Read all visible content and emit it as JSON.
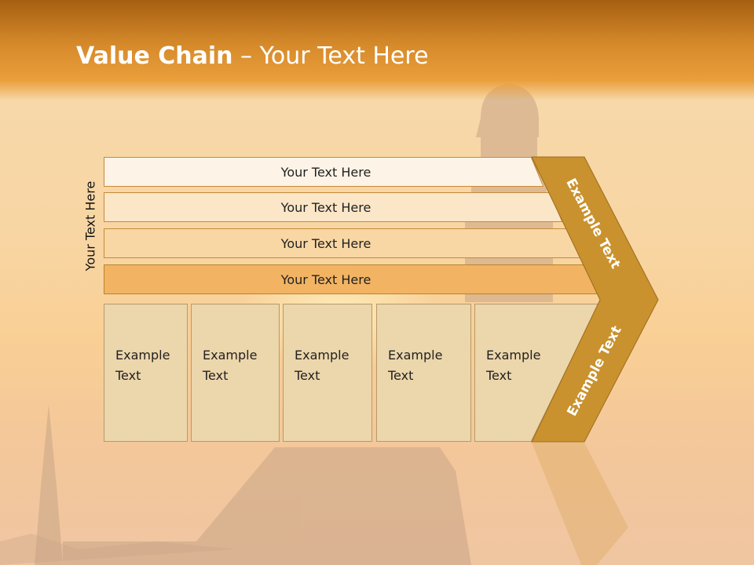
{
  "slide": {
    "title_bold": "Value Chain",
    "title_rest": " – Your Text Here",
    "side_label": "Your Text Here",
    "bands": [
      {
        "label": "Your Text Here"
      },
      {
        "label": "Your Text Here"
      },
      {
        "label": "Your Text Here"
      },
      {
        "label": "Your Text Here"
      }
    ],
    "boxes": [
      {
        "line1": "Example",
        "line2": "Text"
      },
      {
        "line1": "Example",
        "line2": "Text"
      },
      {
        "line1": "Example",
        "line2": "Text"
      },
      {
        "line1": "Example",
        "line2": "Text"
      },
      {
        "line1": "Example",
        "line2": "Text"
      }
    ],
    "chevron_top_label": "Example Text",
    "chevron_bottom_label": "Example Text"
  },
  "colors": {
    "header": "#d68a2a",
    "chevron": "#c9922e",
    "box_fill": "#ecd6ab"
  }
}
